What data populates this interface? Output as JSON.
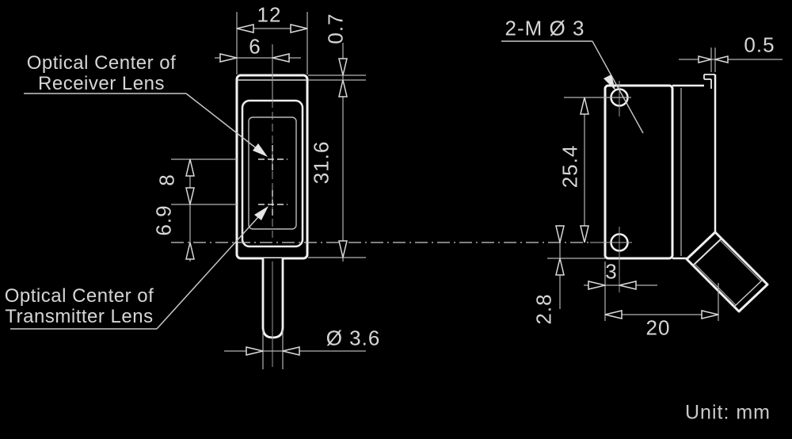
{
  "drawing": {
    "unit_note": "Unit: mm",
    "labels": {
      "receiver": {
        "line1": "Optical Center of",
        "line2": "Receiver Lens"
      },
      "transmitter": {
        "line1": "Optical Center of",
        "line2": "Transmitter Lens"
      },
      "mounting_holes": "2-M Ø 3"
    },
    "front_view": {
      "width": "12",
      "half_width": "6",
      "top_lip": "0.7",
      "height": "31.6",
      "lens_center_spacing": "8",
      "transmitter_to_axis": "6.9",
      "cable_diameter": "Ø 3.6"
    },
    "side_view": {
      "front_lip": "0.5",
      "mounting_hole_pitch": "25.4",
      "hole_to_front_edge": "3",
      "hole_to_bottom": "2.8",
      "depth": "20"
    }
  }
}
